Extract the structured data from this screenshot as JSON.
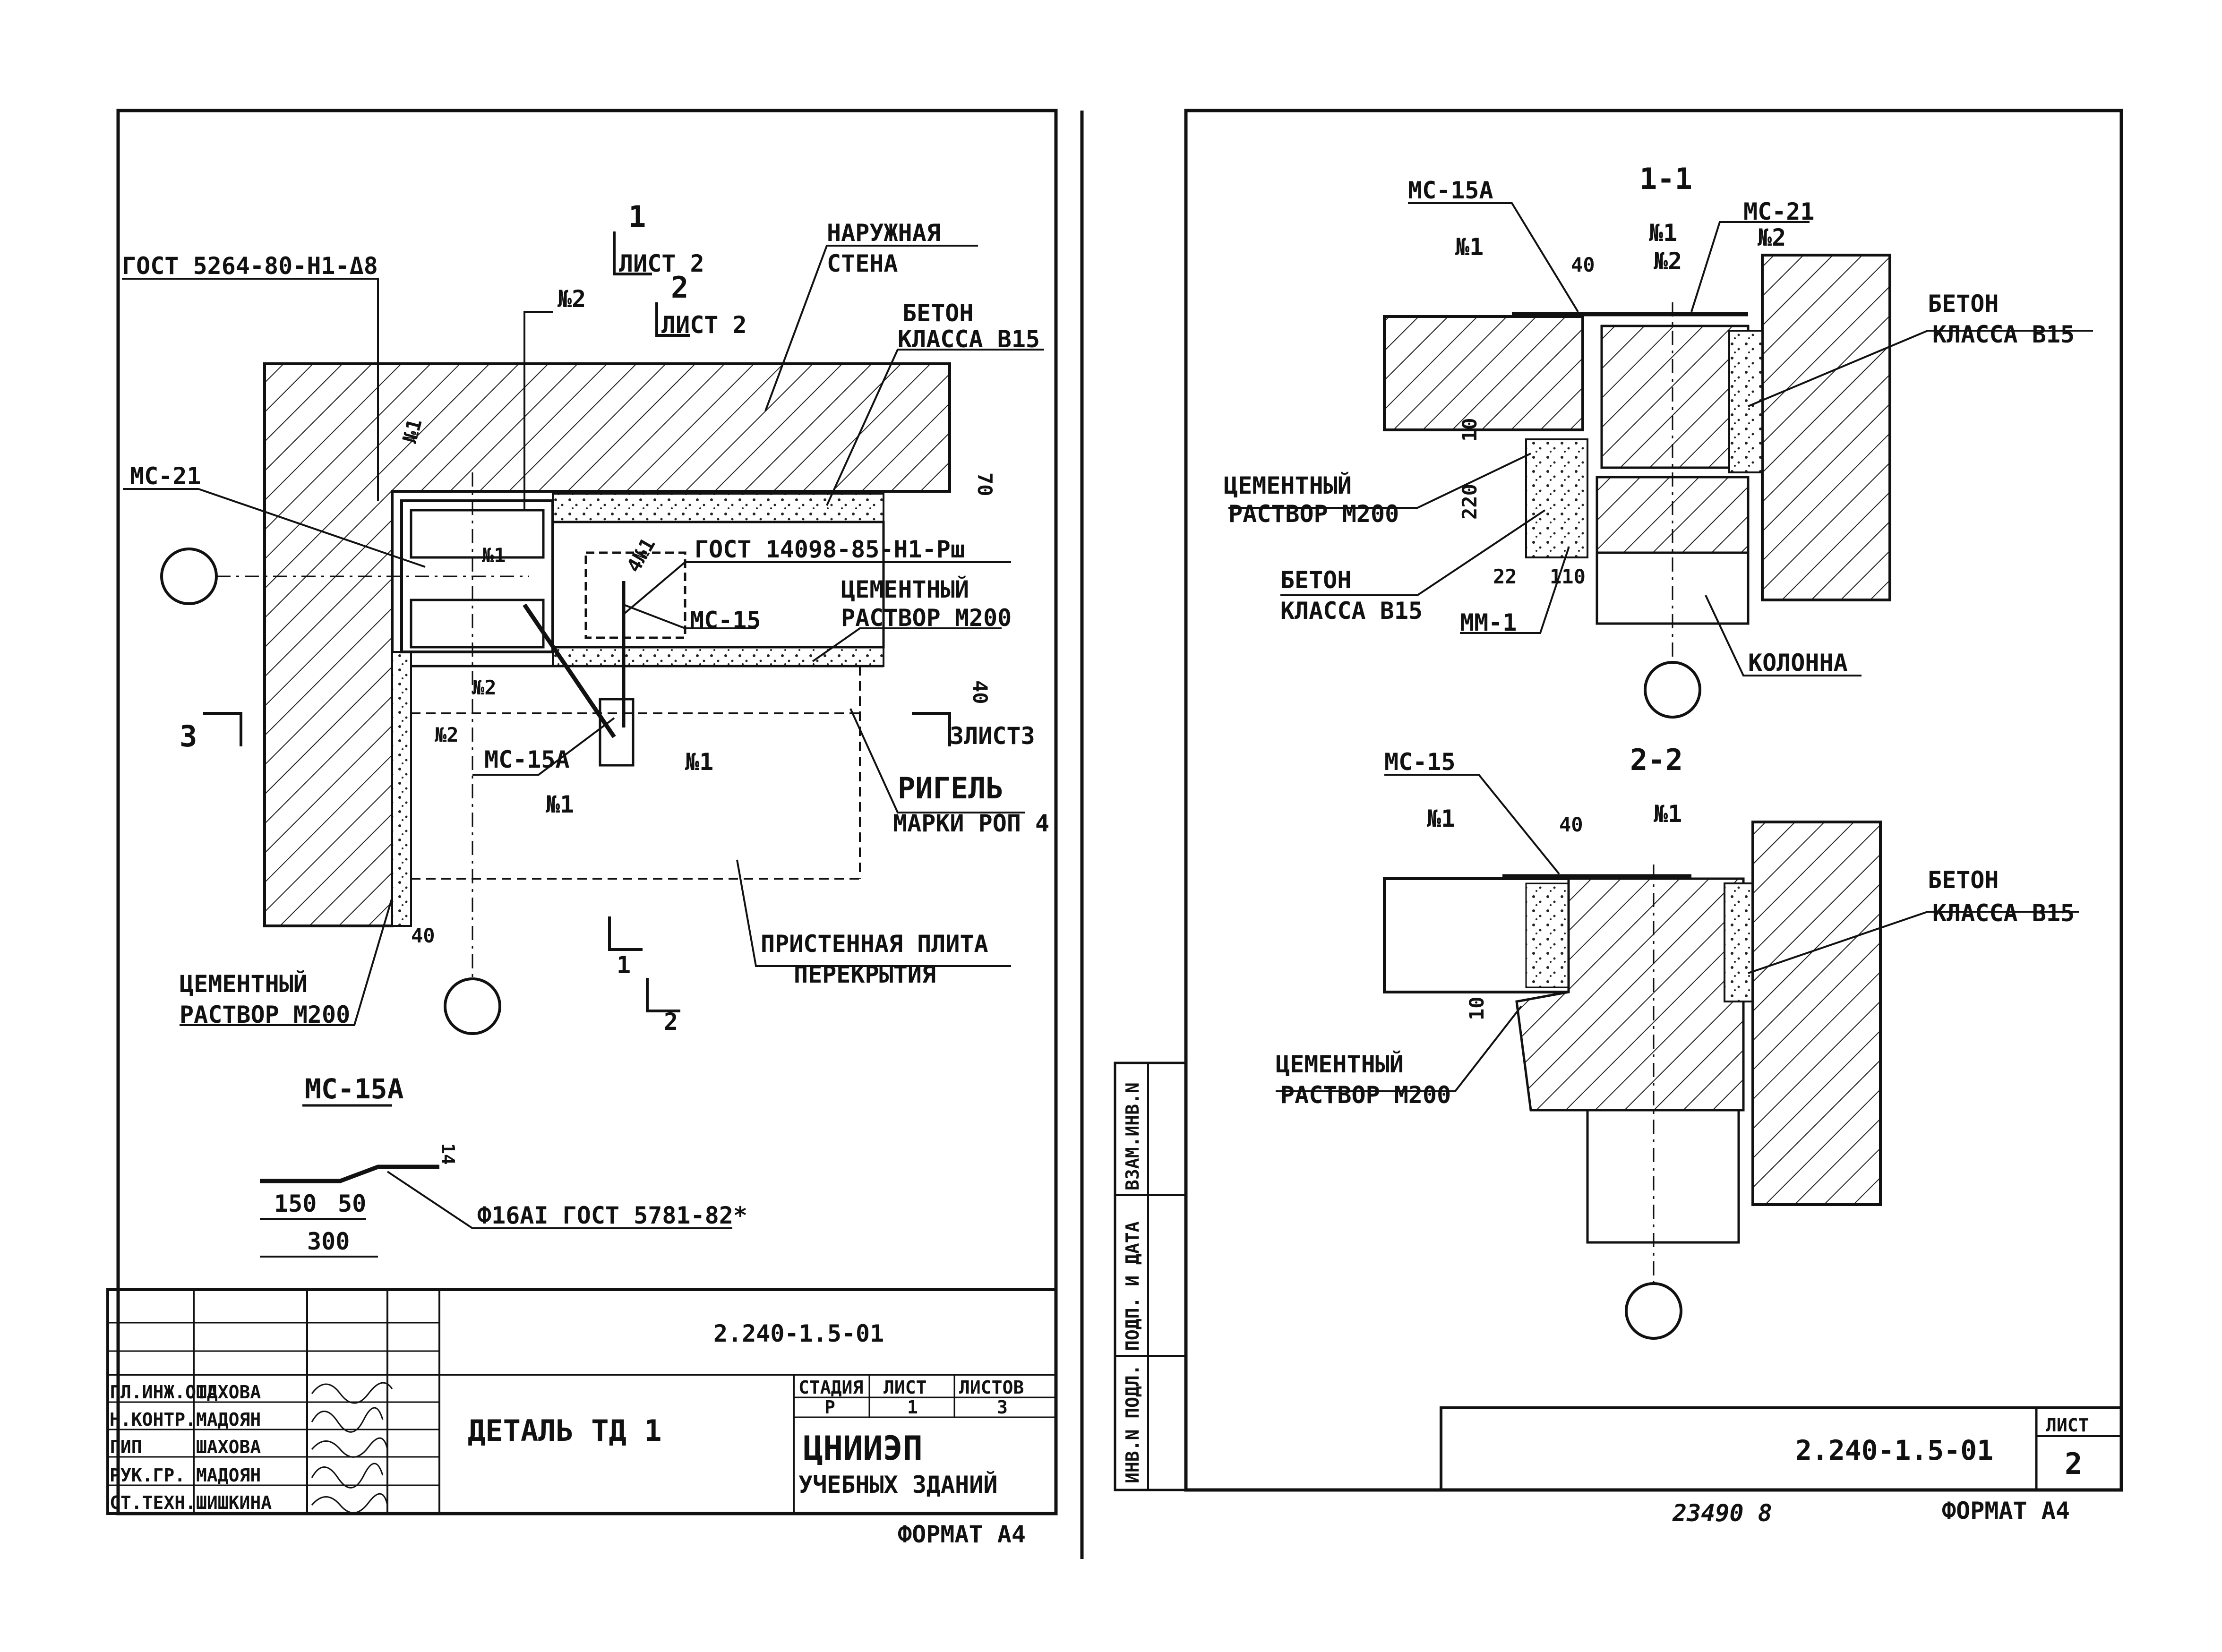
{
  "colors": {
    "ink": "#111111",
    "paper": "#ffffff"
  },
  "sheet1": {
    "gost_bolt": "ГОСТ 5264-80-Н1-Δ8",
    "mark_no2_top": "№2",
    "section_mark_1": "1",
    "sheet_ref_1": "ЛИСТ 2",
    "section_mark_2": "2",
    "sheet_ref_2": "ЛИСТ 2",
    "outer_wall_line1": "НАРУЖНАЯ",
    "outer_wall_line2": "СТЕНА",
    "concrete_line1": "БЕТОН",
    "concrete_line2": "КЛАССА В15",
    "mc21": "МС-21",
    "n1_vertical": "№1",
    "dim_70": "70",
    "n1_inner": "№1",
    "n1_weld": "4№1",
    "gost_weld": "ГОСТ 14098-85-Н1-Рш",
    "cement_line1": "ЦЕМЕНТНЫЙ",
    "cement_line2": "РАСТВОР М200",
    "mc15": "МС-15",
    "n2_mid": "№2",
    "dim_40_right": "40",
    "section_mark_3": "3",
    "sheet_ref_3": "3ЛИСТ3",
    "n2_lower": "№2",
    "mc15a_label": "МС-15А",
    "n1_right": "№1",
    "n1_lower": "№1",
    "beam_line1": "РИГЕЛЬ",
    "beam_line2": "МАРКИ РОП 4",
    "dim_40_bottom": "40",
    "cement_bottom_line1": "ЦЕМЕНТНЫЙ",
    "cement_bottom_line2": "РАСТВОР М200",
    "plate_line1": "ПРИСТЕННАЯ ПЛИТА",
    "plate_line2": "ПЕРЕКРЫТИЯ",
    "cut_1": "1",
    "cut_2": "2",
    "detail_title": "МС-15А",
    "dim_14": "14",
    "dim_150": "150",
    "dim_50": "50",
    "dim_300": "300",
    "rod_spec": "Ф16АI ГОСТ 5781-82*"
  },
  "title_block": {
    "code": "2.240-1.5-01",
    "description": "ДЕТАЛЬ ТД 1",
    "col_stage": "СТАДИЯ",
    "col_sheet": "ЛИСТ",
    "col_sheets": "ЛИСТОВ",
    "stage": "Р",
    "sheet": "1",
    "sheets": "3",
    "org_line1": "ЦНИИЭП",
    "org_line2": "УЧЕБНЫХ ЗДАНИЙ",
    "format": "ФОРМАТ А4",
    "staff": [
      {
        "role": "ГЛ.ИНЖ.ОТД",
        "name": "ШАХОВА"
      },
      {
        "role": "Н.КОНТР.",
        "name": "МАДОЯН"
      },
      {
        "role": "ГИП",
        "name": "ШАХОВА"
      },
      {
        "role": "РУК.ГР.",
        "name": "МАДОЯН"
      },
      {
        "role": "СТ.ТЕХН.",
        "name": "ШИШКИНА"
      }
    ]
  },
  "sheet2": {
    "section_1_title": "1-1",
    "mc15a": "МС-15А",
    "n1_a": "№1",
    "dim_40": "40",
    "n1_b": "№1",
    "n2": "№2",
    "mc21": "МС-21",
    "n2_b": "№2",
    "concrete_line1": "БЕТОН",
    "concrete_line2": "КЛАССА В15",
    "dim_10": "10",
    "dim_220": "220",
    "cement_line1": "ЦЕМЕНТНЫЙ",
    "cement_line2": "РАСТВОР М200",
    "dim_22": "22",
    "dim_110": "110",
    "concrete2_line1": "БЕТОН",
    "concrete2_line2": "КЛАССА В15",
    "mm1": "ММ-1",
    "column": "КОЛОННА",
    "section_2_title": "2-2",
    "mc15": "МС-15",
    "n1_c": "№1",
    "dim_40_b": "40",
    "n1_d": "№1",
    "concrete3_line1": "БЕТОН",
    "concrete3_line2": "КЛАССА В15",
    "dim_10_b": "10",
    "cement2_line1": "ЦЕМЕНТНЫЙ",
    "cement2_line2": "РАСТВОР М200",
    "side_fields": [
      "ИНВ.N ПОДЛ.",
      "ПОДП. И ДАТА",
      "ВЗАМ.ИНВ.N"
    ],
    "code": "2.240-1.5-01",
    "sheet_label": "ЛИСТ",
    "sheet_no": "2",
    "inventory_no": "23490 8",
    "format": "ФОРМАТ А4"
  }
}
